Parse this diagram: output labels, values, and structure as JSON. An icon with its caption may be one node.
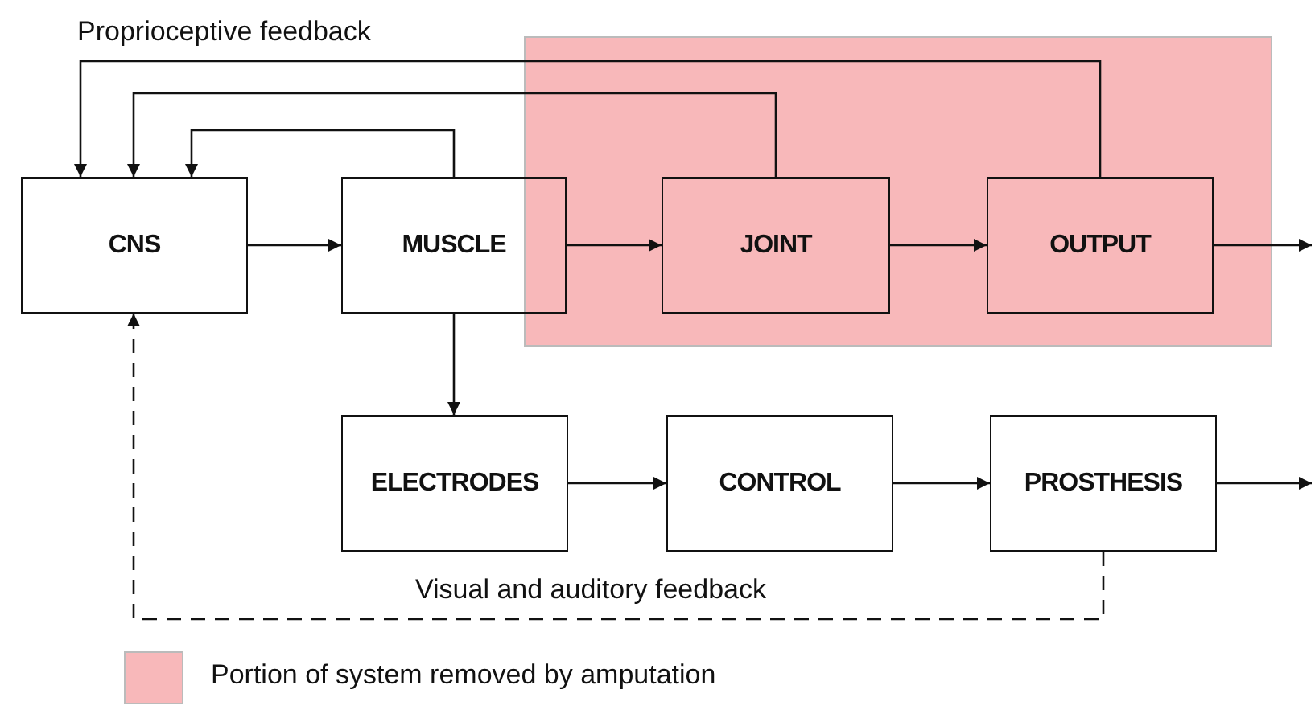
{
  "diagram": {
    "nodes": [
      {
        "text": [
          "CNS"
        ]
      },
      {
        "text": [
          "MUSCLE"
        ]
      },
      {
        "text": [
          "JOINT"
        ]
      },
      {
        "text": [
          "OUTPUT"
        ]
      },
      {
        "text": [
          "ELECTRODES"
        ]
      },
      {
        "text": [
          "CONTROL"
        ]
      },
      {
        "text": [
          "PROSTHESIS"
        ]
      }
    ],
    "edges": [
      {
        "from": 0,
        "to": 1,
        "arrow": "to"
      },
      {
        "from": 1,
        "to": 2,
        "arrow": "to"
      },
      {
        "from": 2,
        "to": 3,
        "arrow": "to"
      },
      {
        "from": 3,
        "to": null,
        "arrow": "to"
      },
      {
        "from": 1,
        "to": 4,
        "arrow": "to"
      },
      {
        "from": 4,
        "to": 5,
        "arrow": "to"
      },
      {
        "from": 5,
        "to": 6,
        "arrow": "to"
      },
      {
        "from": 6,
        "to": null,
        "arrow": "to"
      },
      {
        "from": 3,
        "to": 0,
        "arrow": "to",
        "label": "Proprioceptive feedback"
      },
      {
        "from": 2,
        "to": 0,
        "arrow": "to"
      },
      {
        "from": 1,
        "to": 0,
        "arrow": "to"
      },
      {
        "from": 6,
        "to": 0,
        "arrow": "to",
        "label": "Visual and auditory feedback",
        "style": "dashed"
      }
    ],
    "legend": [
      {
        "text": "Portion of system removed by amputation",
        "color": "#f8b8ba"
      }
    ]
  }
}
